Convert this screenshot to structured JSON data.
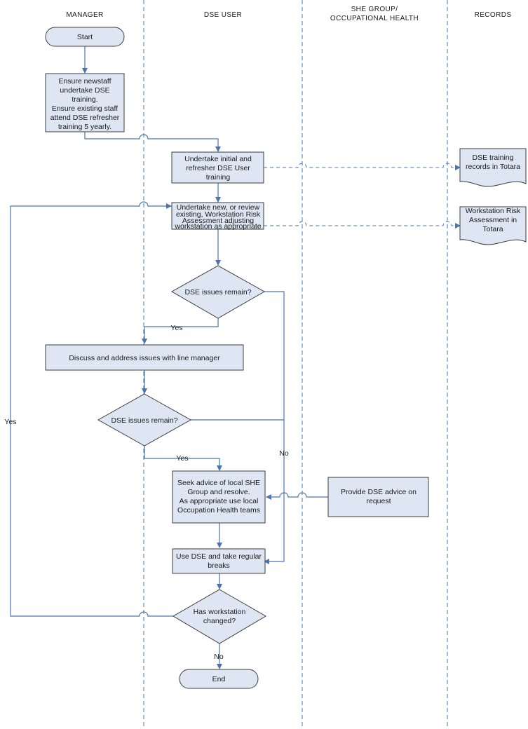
{
  "lanes": {
    "manager": "MANAGER",
    "dse_user": "DSE USER",
    "she_line1": "SHE GROUP/",
    "she_line2": "OCCUPATIONAL HEALTH",
    "records": "RECORDS"
  },
  "nodes": {
    "start": "Start",
    "ensure": [
      "Ensure newstaff",
      "undertake DSE",
      "training.",
      "Ensure existing staff",
      "attend DSE refresher",
      "training 5 yearly."
    ],
    "training": [
      "Undertake initial and",
      "refresher DSE User",
      "training"
    ],
    "risk": [
      "Undertake new, or review",
      "existing, Workstation Risk",
      "Assessment adjusting",
      "workstation as appropriate"
    ],
    "dec1": "DSE issues remain?",
    "discuss": "Discuss and address issues with line manager",
    "dec2": "DSE issues remain?",
    "seek": [
      "Seek advice of local SHE",
      "Group and resolve.",
      "As appropriate use local",
      "Occupation Health teams"
    ],
    "provide": [
      "Provide DSE advice on",
      "request"
    ],
    "use": [
      "Use DSE and take regular",
      "breaks"
    ],
    "dec3": [
      "Has workstation",
      "changed?"
    ],
    "end": "End",
    "rec1": [
      "DSE training",
      "records in Totara"
    ],
    "rec2": [
      "Workstation Risk",
      "Assessment in",
      "Totara"
    ]
  },
  "labels": {
    "yes1": "Yes",
    "yes2": "Yes",
    "no1": "No",
    "yes_loop": "Yes",
    "no_end": "No"
  }
}
